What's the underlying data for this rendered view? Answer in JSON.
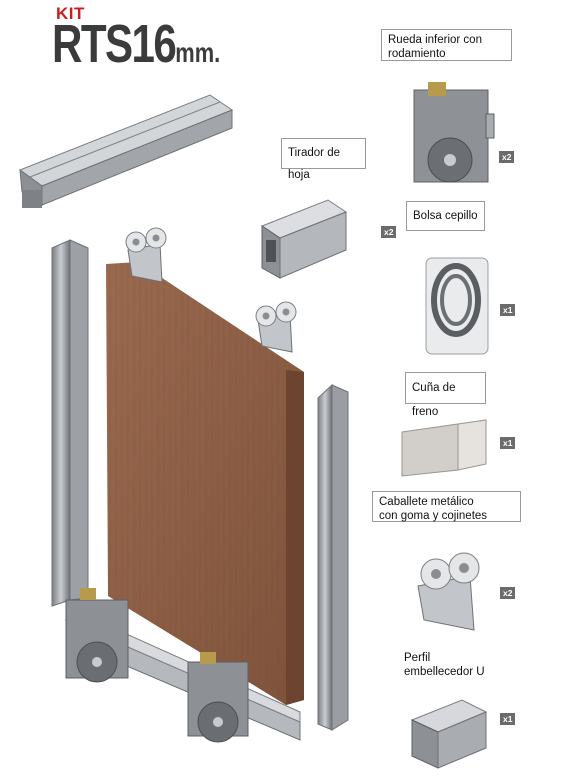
{
  "header": {
    "kit": "KIT",
    "model": "RTS16",
    "unit": "mm."
  },
  "labels": {
    "rueda": "Rueda inferior con\nrodamiento",
    "tirador": "Tirador de hoja",
    "bolsa": "Bolsa cepillo",
    "cuna": "Cuña de freno",
    "caballete": "Caballete metálico\ncon goma y cojinetes",
    "perfil": "Perfil\nembellecedor U"
  },
  "quantities": {
    "rueda": "x2",
    "tirador": "x2",
    "bolsa": "x1",
    "cuna": "x1",
    "caballete": "x2",
    "perfil": "x1"
  },
  "colors": {
    "brand_red": "#c8201e",
    "title_gray": "#3b3b3b",
    "wood": "#8a5a40",
    "metal": "#a8acb0"
  }
}
